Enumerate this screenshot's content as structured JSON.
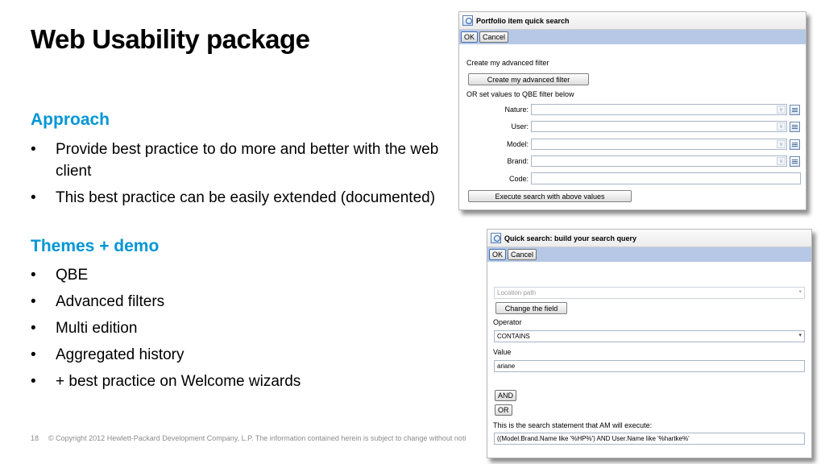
{
  "slide": {
    "title": "Web Usability package",
    "approach": {
      "heading": "Approach",
      "bullets": [
        "Provide best practice to do more and better with the web client",
        "This best practice can be easily extended (documented)"
      ]
    },
    "themes": {
      "heading": "Themes + demo",
      "bullets": [
        "QBE",
        "Advanced filters",
        "Multi edition",
        "Aggregated history",
        "+ best practice on Welcome wizards"
      ]
    },
    "bullet_char": "•",
    "page_number": "18",
    "copyright": "© Copyright 2012 Hewlett-Packard Development Company, L.P.  The information contained herein is subject to change without notice."
  },
  "portfolio_dialog": {
    "title": "Portfolio item quick search",
    "ok_label": "OK",
    "cancel_label": "Cancel",
    "create_filter_text": "Create my advanced filter",
    "create_filter_button": "Create my advanced filter",
    "or_text": "OR set values to QBE filter below",
    "fields": [
      {
        "label": "Nature:",
        "value": ""
      },
      {
        "label": "User:",
        "value": ""
      },
      {
        "label": "Model:",
        "value": ""
      },
      {
        "label": "Brand:",
        "value": ""
      }
    ],
    "code_label": "Code:",
    "code_value": "",
    "execute_button": "Execute search with above values"
  },
  "query_dialog": {
    "title": "Quick search: build your search query",
    "ok_label": "OK",
    "cancel_label": "Cancel",
    "field_placeholder": "Location path",
    "change_field_button": "Change the field",
    "operator_label": "Operator",
    "operator_value": "CONTAINS",
    "value_label": "Value",
    "value_value": "ariane",
    "and_button": "AND",
    "or_button": "OR",
    "statement_label": "This is the search statement that AM will execute:",
    "statement_value": "((Model.Brand.Name like '%HP%') AND User.Name like '%hartke%'"
  },
  "colors": {
    "accent": "#0096d6",
    "toolbar": "#b6c8e6"
  },
  "icons": {
    "dropdown": "▾",
    "combo_arrow": "∨"
  }
}
